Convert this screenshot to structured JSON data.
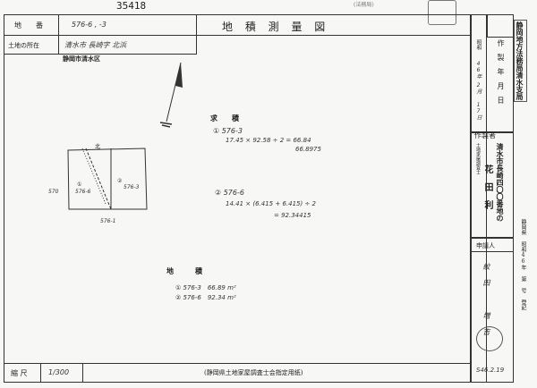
{
  "stamp_number": "35418",
  "header_note": "(法務局)",
  "title": "地 積 測 量 図",
  "form": {
    "lot_label": "地　番",
    "lot_value": "576-6 , -3",
    "location_label": "土地の所在",
    "location_value": "清水市 長崎字 北浜",
    "location_stamp": "静岡市清水区",
    "scale_label": "縮 尺",
    "scale_value": "1/300",
    "footer_note": "(静岡県土地家屋調査士会指定用紙)",
    "ref_number": "S46.2.19"
  },
  "sidebar": {
    "top_seal": "静岡地方法務局清水支局",
    "date_era": "昭和",
    "date_year": "46年",
    "date_month": "2月",
    "date_day": "17日",
    "date_label": "作製年月日",
    "maker_label": "作製者",
    "maker_address": "清水市長崎四〇〇番地の",
    "maker_title": "土地家屋調査士",
    "maker_name": "花田利",
    "applicant_label": "申請人",
    "applicant_name": "紋田 増吉",
    "side_note": "静岡県 昭和46年 第 号 登記"
  },
  "calc": {
    "heading": "求　積",
    "item1_label": "① 576-3",
    "item1_formula": "17.45 × 92.58 ÷ 2 = 66.84",
    "item1_result": "66.8975",
    "item2_label": "② 576-6",
    "item2_formula": "14.41 × (6.415 + 6.415) ÷ 2",
    "item2_result": "= 92.34415"
  },
  "area": {
    "heading": "地　積",
    "row1": "① 576-3　66.89 m²",
    "row2": "② 576-6　92.34 m²"
  },
  "plot": {
    "north_label": "北",
    "lot_a": "576-6",
    "lot_b": "576-3",
    "left_neighbor": "570",
    "bottom_neighbor": "576-1",
    "circle_a": "①",
    "circle_b": "②"
  }
}
